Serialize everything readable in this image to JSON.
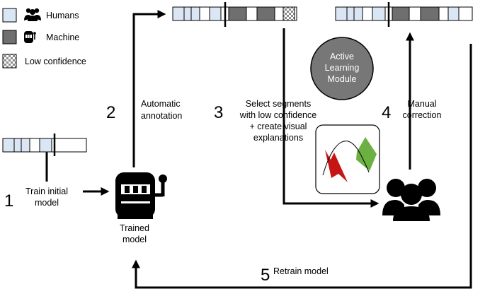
{
  "legend": {
    "humans": "Humans",
    "machine": "Machine",
    "low_confidence": "Low confidence"
  },
  "steps": {
    "s1": {
      "number": "1",
      "line1": "Train initial",
      "line2": "model"
    },
    "s2": {
      "number": "2",
      "line1": "Automatic",
      "line2": "annotation"
    },
    "s3": {
      "number": "3",
      "line1": "Select segments",
      "line2": "with low confidence",
      "line3": "+ create visual",
      "line4": "explanations"
    },
    "s4": {
      "number": "4",
      "line1": "Manual",
      "line2": "correction"
    },
    "s5": {
      "number": "5",
      "line1": "Retrain model"
    }
  },
  "trained_model": {
    "line1": "Trained",
    "line2": "model"
  },
  "active_learning": {
    "line1": "Active",
    "line2": "Learning",
    "line3": "Module"
  },
  "colors": {
    "human": "#dbe6f4",
    "machine": "#6f6f6f",
    "module": "#777777",
    "flag_red": "#c71414",
    "flag_green": "#6cb043"
  }
}
